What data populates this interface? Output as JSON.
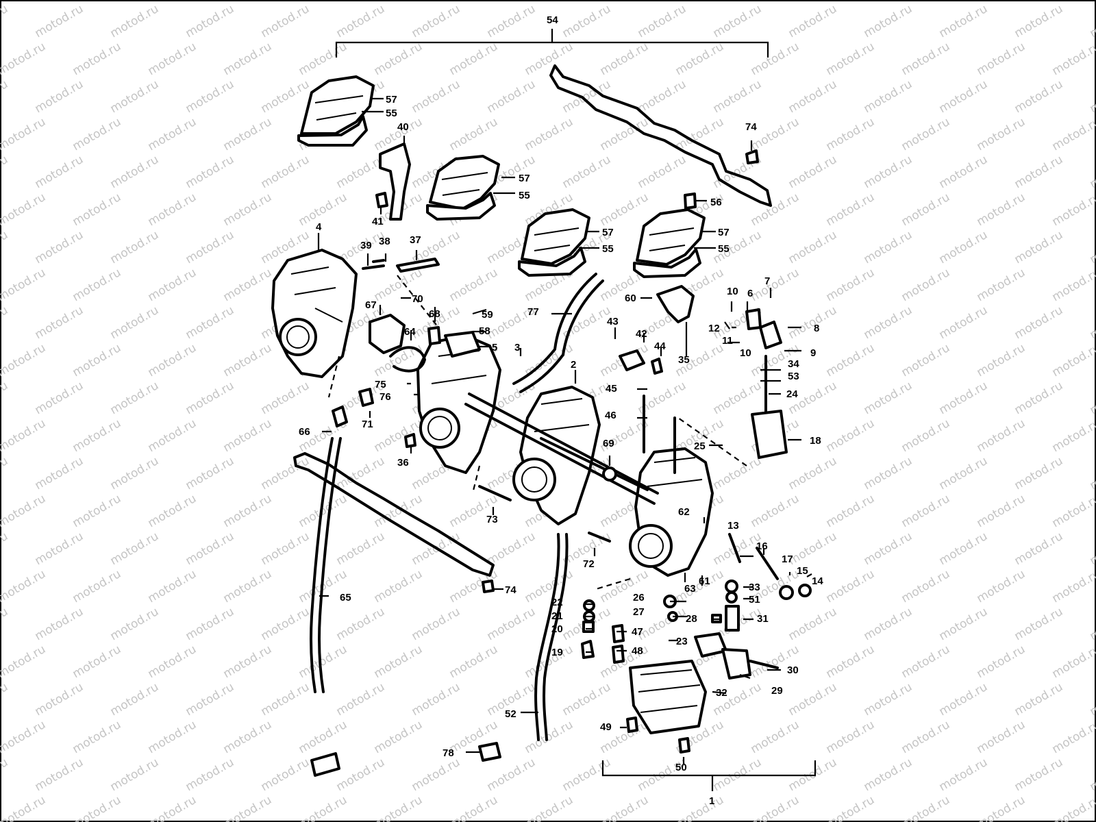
{
  "watermark": "motod.ru",
  "labels": {
    "l1": "1",
    "l2": "2",
    "l3": "3",
    "l4": "4",
    "l5": "5",
    "l6": "6",
    "l7": "7",
    "l8": "8",
    "l9": "9",
    "l10a": "10",
    "l10b": "10",
    "l11": "11",
    "l12": "12",
    "l13": "13",
    "l14": "14",
    "l15": "15",
    "l16": "16",
    "l17": "17",
    "l18": "18",
    "l19": "19",
    "l20": "20",
    "l21": "21",
    "l22": "22",
    "l23": "23",
    "l24": "24",
    "l25": "25",
    "l26": "26",
    "l27": "27",
    "l28": "28",
    "l29": "29",
    "l30": "30",
    "l31": "31",
    "l32": "32",
    "l33": "33",
    "l34": "34",
    "l35": "35",
    "l36": "36",
    "l37": "37",
    "l38": "38",
    "l39": "39",
    "l40": "40",
    "l41": "41",
    "l42": "42",
    "l43": "43",
    "l44": "44",
    "l45": "45",
    "l46": "46",
    "l47": "47",
    "l48": "48",
    "l49": "49",
    "l50": "50",
    "l51": "51",
    "l52": "52",
    "l53": "53",
    "l54": "54",
    "l55a": "55",
    "l55b": "55",
    "l55c": "55",
    "l55d": "55",
    "l56": "56",
    "l57a": "57",
    "l57b": "57",
    "l57c": "57",
    "l57d": "57",
    "l58": "58",
    "l59": "59",
    "l60": "60",
    "l61": "61",
    "l62": "62",
    "l63": "63",
    "l64": "64",
    "l65": "65",
    "l66": "66",
    "l67": "67",
    "l68": "68",
    "l69": "69",
    "l70": "70",
    "l71": "71",
    "l72": "72",
    "l73": "73",
    "l74a": "74",
    "l74b": "74",
    "l75": "75",
    "l76": "76",
    "l77": "77",
    "l78": "78"
  }
}
